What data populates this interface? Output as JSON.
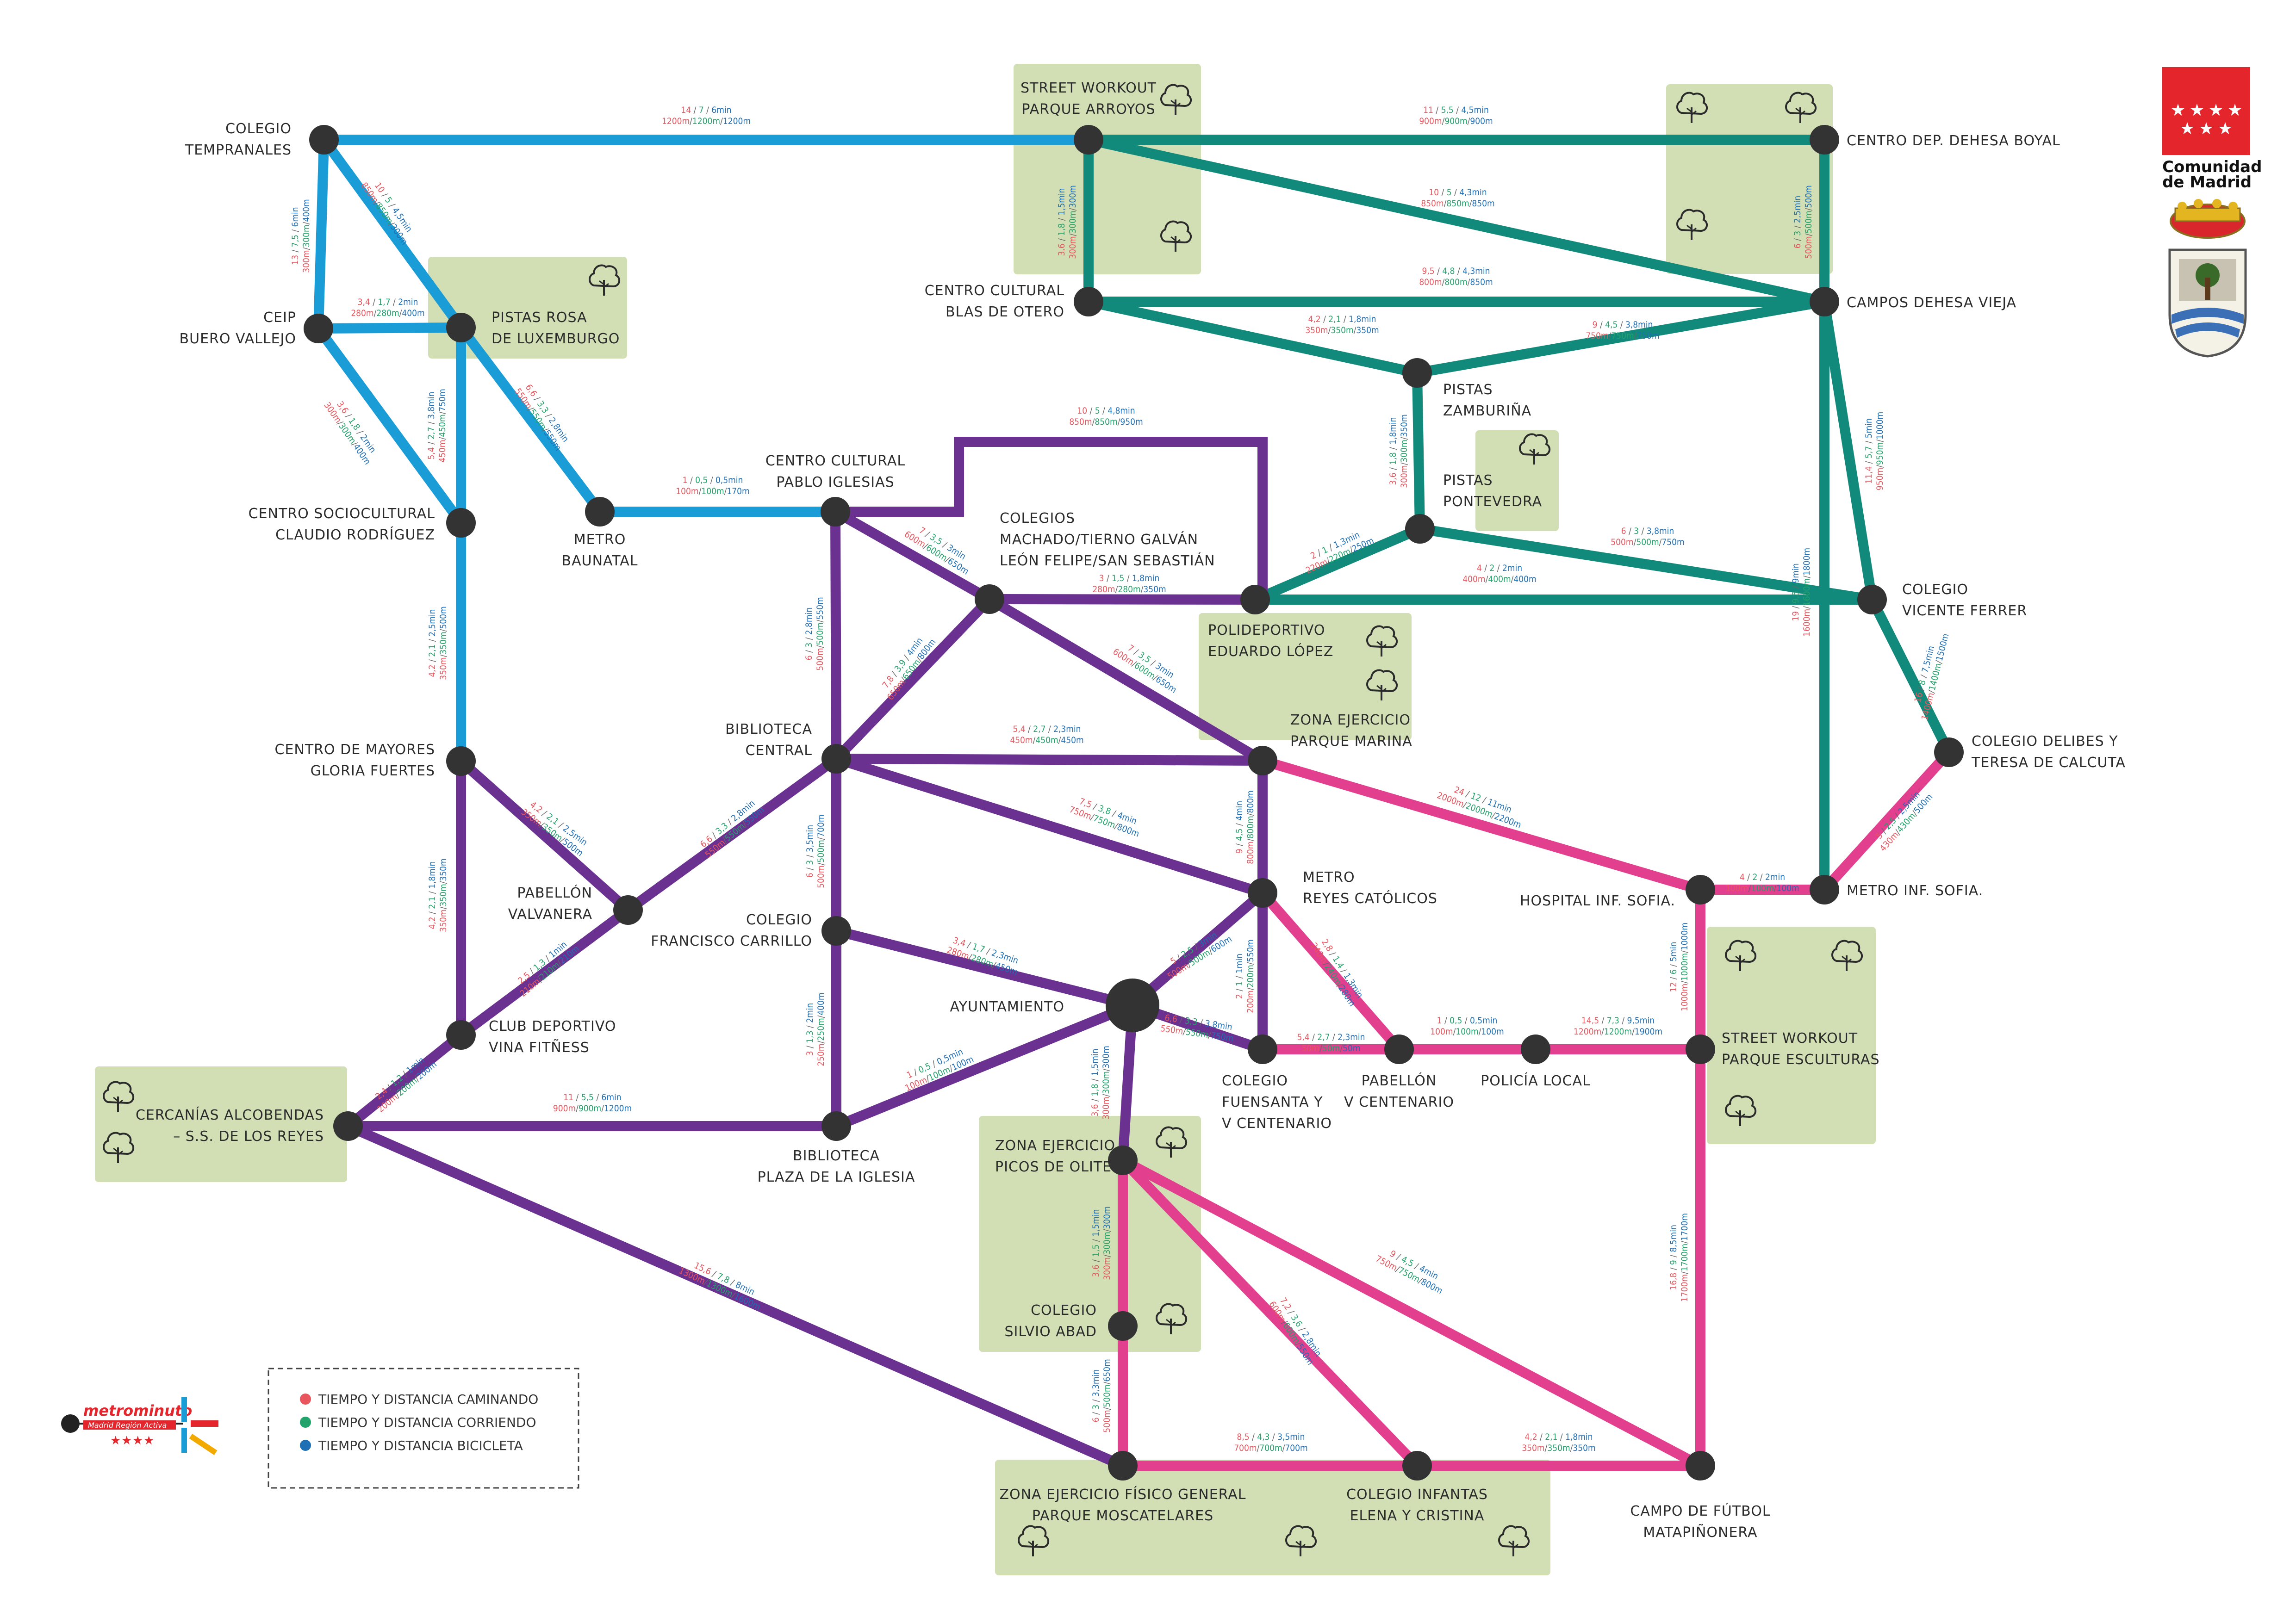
{
  "colors": {
    "blue": "#1a9cd7",
    "teal": "#128a7b",
    "purple": "#6a3190",
    "pink": "#e23f8f",
    "green_area": "#d2dfb4",
    "tree": "#2b2b2b",
    "walk": "#e8555d",
    "run": "#23a36c",
    "bike": "#1f6fb5",
    "madrid_red": "#e4262c"
  },
  "stations": [
    {
      "id": "temp",
      "labels": [
        "COLEGIO",
        "TEMPRANALES"
      ]
    },
    {
      "id": "arroyos",
      "labels": [
        "STREET WORKOUT",
        "PARQUE ARROYOS"
      ]
    },
    {
      "id": "dehesa_boyal",
      "labels": [
        "CENTRO DEP. DEHESA BOYAL"
      ]
    },
    {
      "id": "blas",
      "labels": [
        "CENTRO CULTURAL",
        "BLAS DE OTERO"
      ]
    },
    {
      "id": "dehesa_vieja",
      "labels": [
        "CAMPOS DEHESA VIEJA"
      ]
    },
    {
      "id": "buero",
      "labels": [
        "CEIP",
        "BUERO VALLEJO"
      ]
    },
    {
      "id": "pistas_rosa",
      "labels": [
        "PISTAS ROSA",
        "DE LUXEMBURGO"
      ]
    },
    {
      "id": "zamb",
      "labels": [
        "PISTAS",
        "ZAMBURIÑA"
      ]
    },
    {
      "id": "claudio",
      "labels": [
        "CENTRO SOCIOCULTURAL",
        "CLAUDIO RODRÍGUEZ"
      ]
    },
    {
      "id": "baunatal",
      "labels": [
        "METRO",
        "BAUNATAL"
      ]
    },
    {
      "id": "pablo",
      "labels": [
        "CENTRO CULTURAL",
        "PABLO IGLESIAS"
      ]
    },
    {
      "id": "machado",
      "labels": [
        "COLEGIOS",
        "MACHADO/TIERNO GALVÁN",
        "LEÓN FELIPE/SAN SEBASTIÁN"
      ]
    },
    {
      "id": "pontevedra",
      "labels": [
        "PISTAS",
        "PONTEVEDRA"
      ]
    },
    {
      "id": "edu_lopez",
      "labels": [
        "POLIDEPORTIVO",
        "EDUARDO LÓPEZ"
      ]
    },
    {
      "id": "vferrer",
      "labels": [
        "COLEGIO",
        "VICENTE FERRER"
      ]
    },
    {
      "id": "gloria",
      "labels": [
        "CENTRO DE MAYORES",
        "GLORIA FUERTES"
      ]
    },
    {
      "id": "biblio_central",
      "labels": [
        "BIBLIOTECA",
        "CENTRAL"
      ]
    },
    {
      "id": "marina",
      "labels": [
        "ZONA EJERCICIO",
        "PARQUE MARINA"
      ]
    },
    {
      "id": "delibes",
      "labels": [
        "COLEGIO DELIBES Y",
        "TERESA DE CALCUTA"
      ]
    },
    {
      "id": "valvanera",
      "labels": [
        "PABELLÓN",
        "VALVANERA"
      ]
    },
    {
      "id": "carrillo",
      "labels": [
        "COLEGIO",
        "FRANCISCO CARRILLO"
      ]
    },
    {
      "id": "reyes",
      "labels": [
        "METRO",
        "REYES CATÓLICOS"
      ]
    },
    {
      "id": "hospital",
      "labels": [
        "HOSPITAL INF. SOFIA."
      ]
    },
    {
      "id": "metro_sofia",
      "labels": [
        "METRO INF. SOFIA."
      ]
    },
    {
      "id": "ayto",
      "labels": [
        "AYUNTAMIENTO"
      ]
    },
    {
      "id": "vina",
      "labels": [
        "CLUB DEPORTIVO",
        "VINA FITÑESS"
      ]
    },
    {
      "id": "fuensanta",
      "labels": [
        "COLEGIO",
        "FUENSANTA Y",
        "V CENTENARIO"
      ]
    },
    {
      "id": "pab_vc",
      "labels": [
        "PABELLÓN",
        "V CENTENARIO"
      ]
    },
    {
      "id": "policia",
      "labels": [
        "POLICÍA LOCAL"
      ]
    },
    {
      "id": "esculturas",
      "labels": [
        "STREET WORKOUT",
        "PARQUE ESCULTURAS"
      ]
    },
    {
      "id": "cercanias",
      "labels": [
        "CERCANÍAS ALCOBENDAS",
        "– S.S. DE LOS REYES"
      ]
    },
    {
      "id": "biblio_plaza",
      "labels": [
        "BIBLIOTECA",
        "PLAZA DE LA IGLESIA"
      ]
    },
    {
      "id": "olite",
      "labels": [
        "ZONA EJERCICIO",
        "PICOS DE OLITE"
      ]
    },
    {
      "id": "silvio",
      "labels": [
        "COLEGIO",
        "SILVIO ABAD"
      ]
    },
    {
      "id": "moscatelares",
      "labels": [
        "ZONA EJERCICIO FÍSICO GENERAL",
        "PARQUE MOSCATELARES"
      ]
    },
    {
      "id": "infantas",
      "labels": [
        "COLEGIO INFANTAS",
        "ELENA Y CRISTINA"
      ]
    },
    {
      "id": "matapinonera",
      "labels": [
        "CAMPO DE FÚTBOL",
        "MATAPIÑONERA"
      ]
    }
  ],
  "segments": [
    {
      "id": "temp-arroyos",
      "walk": "14",
      "run": "7",
      "bike": "6min",
      "dist": [
        "1200m",
        "1200m",
        "1200m"
      ]
    },
    {
      "id": "arroyos-dehesa_boyal",
      "walk": "11",
      "run": "5,5",
      "bike": "4,5min",
      "dist": [
        "900m",
        "900m",
        "900m"
      ]
    },
    {
      "id": "arroyos-dehesa_vieja",
      "walk": "10",
      "run": "5",
      "bike": "4,3min",
      "dist": [
        "850m",
        "850m",
        "850m"
      ]
    },
    {
      "id": "arroyos-blas",
      "walk": "3,6",
      "run": "1,8",
      "bike": "1,5min",
      "dist": [
        "300m",
        "300m",
        "300m"
      ]
    },
    {
      "id": "dehesa_boyal-dehesa_vieja",
      "walk": "6",
      "run": "3",
      "bike": "2,5min",
      "dist": [
        "500m",
        "500m",
        "500m"
      ]
    },
    {
      "id": "blas-dehesa_vieja",
      "walk": "9,5",
      "run": "4,8",
      "bike": "4,3min",
      "dist": [
        "800m",
        "800m",
        "850m"
      ]
    },
    {
      "id": "blas-zamb",
      "walk": "4,2",
      "run": "2,1",
      "bike": "1,8min",
      "dist": [
        "350m",
        "350m",
        "350m"
      ]
    },
    {
      "id": "zamb-dehesa_vieja",
      "walk": "9",
      "run": "4,5",
      "bike": "3,8min",
      "dist": [
        "750m",
        "750m",
        "750m"
      ]
    },
    {
      "id": "temp-buero",
      "walk": "13",
      "run": "7,5",
      "bike": "6min",
      "dist": [
        "300m",
        "300m",
        "400m"
      ]
    },
    {
      "id": "temp-pistas_rosa",
      "walk": "10",
      "run": "5",
      "bike": "4,5min",
      "dist": [
        "850m",
        "850m",
        "300m"
      ]
    },
    {
      "id": "buero-pistas_rosa",
      "walk": "3,4",
      "run": "1,7",
      "bike": "2min",
      "dist": [
        "280m",
        "280m",
        "400m"
      ]
    },
    {
      "id": "buero-claudio",
      "walk": "3,6",
      "run": "1,8",
      "bike": "2min",
      "dist": [
        "300m",
        "300m",
        "400m"
      ]
    },
    {
      "id": "pistas_rosa-claudio",
      "walk": "5,4",
      "run": "2,7",
      "bike": "3,8min",
      "dist": [
        "450m",
        "450m",
        "750m"
      ]
    },
    {
      "id": "pistas_rosa-baunatal",
      "walk": "6,6",
      "run": "3,3",
      "bike": "2,8min",
      "dist": [
        "550m",
        "550m",
        "550m"
      ]
    },
    {
      "id": "baunatal-pablo",
      "walk": "1",
      "run": "0,5",
      "bike": "0,5min",
      "dist": [
        "100m",
        "100m",
        "170m"
      ]
    },
    {
      "id": "pablo-edu_lopez",
      "walk": "10",
      "run": "5",
      "bike": "4,8min",
      "dist": [
        "850m",
        "850m",
        "950m"
      ]
    },
    {
      "id": "pablo-machado",
      "walk": "7",
      "run": "3,5",
      "bike": "3min",
      "dist": [
        "600m",
        "600m",
        "650m"
      ]
    },
    {
      "id": "pablo-biblio_central",
      "walk": "6",
      "run": "3",
      "bike": "2,8min",
      "dist": [
        "500m",
        "500m",
        "550m"
      ]
    },
    {
      "id": "machado-edu_lopez",
      "walk": "3",
      "run": "1,5",
      "bike": "1,8min",
      "dist": [
        "280m",
        "280m",
        "350m"
      ]
    },
    {
      "id": "machado-biblio_central",
      "walk": "7,8",
      "run": "3,9",
      "bike": "4min",
      "dist": [
        "650m",
        "650m",
        "800m"
      ]
    },
    {
      "id": "machado-marina",
      "walk": "7",
      "run": "3,5",
      "bike": "3min",
      "dist": [
        "600m",
        "600m",
        "650m"
      ]
    },
    {
      "id": "edu_lopez-pontevedra",
      "walk": "2",
      "run": "1",
      "bike": "1,3min",
      "dist": [
        "220m",
        "220m",
        "250m"
      ]
    },
    {
      "id": "zamb-pontevedra",
      "walk": "3,6",
      "run": "1,8",
      "bike": "1,8min",
      "dist": [
        "300m",
        "300m",
        "350m"
      ]
    },
    {
      "id": "pontevedra-vferrer",
      "walk": "6",
      "run": "3",
      "bike": "3,8min",
      "dist": [
        "500m",
        "500m",
        "750m"
      ]
    },
    {
      "id": "edu_lopez-vferrer",
      "walk": "4",
      "run": "2",
      "bike": "2min",
      "dist": [
        "400m",
        "400m",
        "400m"
      ]
    },
    {
      "id": "dehesa_vieja-metro_sofia",
      "walk": "19",
      "run": "9,5",
      "bike": "9min",
      "dist": [
        "1600m",
        "1600m",
        "1800m"
      ]
    },
    {
      "id": "dehesa_vieja-vferrer",
      "walk": "11,4",
      "run": "5,7",
      "bike": "5min",
      "dist": [
        "950m",
        "950m",
        "1000m"
      ]
    },
    {
      "id": "vferrer-delibes",
      "walk": "16",
      "run": "8",
      "bike": "7,5min",
      "dist": [
        "1400m",
        "1400m",
        "1500m"
      ]
    },
    {
      "id": "delibes-metro_sofia",
      "walk": "5",
      "run": "2,5",
      "bike": "2,5min",
      "dist": [
        "430m",
        "430m",
        "500m"
      ]
    },
    {
      "id": "claudio-gloria",
      "walk": "4,2",
      "run": "2,1",
      "bike": "2,5min",
      "dist": [
        "350m",
        "350m",
        "500m"
      ]
    },
    {
      "id": "biblio_central-marina",
      "walk": "5,4",
      "run": "2,7",
      "bike": "2,3min",
      "dist": [
        "450m",
        "450m",
        "450m"
      ]
    },
    {
      "id": "biblio_central-reyes",
      "walk": "7,5",
      "run": "3,8",
      "bike": "4min",
      "dist": [
        "750m",
        "750m",
        "800m"
      ]
    },
    {
      "id": "biblio_central-valvanera",
      "walk": "6,6",
      "run": "3,3",
      "bike": "2,8min",
      "dist": [
        "550m",
        "550m",
        "550m"
      ]
    },
    {
      "id": "biblio_central-carrillo",
      "walk": "6",
      "run": "3",
      "bike": "3,5min",
      "dist": [
        "500m",
        "500m",
        "700m"
      ]
    },
    {
      "id": "gloria-valvanera",
      "walk": "4,2",
      "run": "2,1",
      "bike": "2,5min",
      "dist": [
        "350m",
        "350m",
        "500m"
      ]
    },
    {
      "id": "gloria-vina",
      "walk": "4,2",
      "run": "2,1",
      "bike": "1,8min",
      "dist": [
        "350m",
        "350m",
        "350m"
      ]
    },
    {
      "id": "valvanera-vina",
      "walk": "2,5",
      "run": "1,3",
      "bike": "1min",
      "dist": [
        "210m",
        "210m",
        "210m"
      ]
    },
    {
      "id": "marina-reyes",
      "walk": "9",
      "run": "4,5",
      "bike": "4min",
      "dist": [
        "800m",
        "800m",
        "800m"
      ]
    },
    {
      "id": "marina-hospital",
      "walk": "24",
      "run": "12",
      "bike": "11min",
      "dist": [
        "2000m",
        "2000m",
        "2200m"
      ]
    },
    {
      "id": "hospital-metro_sofia",
      "walk": "4",
      "run": "2",
      "bike": "2min",
      "dist": [
        "100m",
        "100m",
        "100m"
      ]
    },
    {
      "id": "carrillo-ayto",
      "walk": "3,4",
      "run": "1,7",
      "bike": "2,3min",
      "dist": [
        "280m",
        "280m",
        "450m"
      ]
    },
    {
      "id": "carrillo-biblio_plaza",
      "walk": "3",
      "run": "1,3",
      "bike": "2min",
      "dist": [
        "250m",
        "250m",
        "400m"
      ]
    },
    {
      "id": "reyes-ayto",
      "walk": "5",
      "run": "2,5",
      "bike": "3min",
      "dist": [
        "500m",
        "500m",
        "600m"
      ]
    },
    {
      "id": "reyes-fuensanta",
      "walk": "2",
      "run": "1",
      "bike": "1min",
      "dist": [
        "200m",
        "200m",
        "550m"
      ]
    },
    {
      "id": "reyes-pab_vc",
      "walk": "2,8",
      "run": "1,4",
      "bike": "1,3min",
      "dist": [
        "240m",
        "240m",
        "280m"
      ]
    },
    {
      "id": "ayto-fuensanta",
      "walk": "6,6",
      "run": "3,3",
      "bike": "3,8min",
      "dist": [
        "550m",
        "550m",
        "750m"
      ]
    },
    {
      "id": "fuensanta-pab_vc",
      "walk": "5,4",
      "run": "2,7",
      "bike": "2,3min",
      "dist": [
        "50m",
        "50m",
        "50m"
      ]
    },
    {
      "id": "pab_vc-policia",
      "walk": "1",
      "run": "0,5",
      "bike": "0,5min",
      "dist": [
        "100m",
        "100m",
        "100m"
      ]
    },
    {
      "id": "policia-esculturas",
      "walk": "14,5",
      "run": "7,3",
      "bike": "9,5min",
      "dist": [
        "1200m",
        "1200m",
        "1900m"
      ]
    },
    {
      "id": "hospital-esculturas",
      "walk": "12",
      "run": "6",
      "bike": "5min",
      "dist": [
        "1000m",
        "1000m",
        "1000m"
      ]
    },
    {
      "id": "vina-cercanias",
      "walk": "2,4",
      "run": "1,2",
      "bike": "1min",
      "dist": [
        "200m",
        "200m",
        "200m"
      ]
    },
    {
      "id": "cercanias-biblio_plaza",
      "walk": "11",
      "run": "5,5",
      "bike": "6min",
      "dist": [
        "900m",
        "900m",
        "1200m"
      ]
    },
    {
      "id": "biblio_plaza-ayto",
      "walk": "1",
      "run": "0,5",
      "bike": "0,5min",
      "dist": [
        "100m",
        "100m",
        "100m"
      ]
    },
    {
      "id": "ayto-olite",
      "walk": "3,6",
      "run": "1,8",
      "bike": "1,5min",
      "dist": [
        "300m",
        "300m",
        "300m"
      ]
    },
    {
      "id": "cercanias-moscatelares",
      "walk": "15,6",
      "run": "7,8",
      "bike": "8min",
      "dist": [
        "1300m",
        "1300m",
        "1600m"
      ]
    },
    {
      "id": "olite-silvio",
      "walk": "3,6",
      "run": "1,5",
      "bike": "1,5min",
      "dist": [
        "300m",
        "300m",
        "300m"
      ]
    },
    {
      "id": "silvio-moscatelares",
      "walk": "6",
      "run": "3",
      "bike": "3,3min",
      "dist": [
        "500m",
        "500m",
        "650m"
      ]
    },
    {
      "id": "olite-infantas",
      "walk": "7,2",
      "run": "3,6",
      "bike": "2,8min",
      "dist": [
        "600m",
        "600m",
        "550m"
      ]
    },
    {
      "id": "olite-matapinonera",
      "walk": "9",
      "run": "4,5",
      "bike": "4min",
      "dist": [
        "750m",
        "750m",
        "800m"
      ]
    },
    {
      "id": "moscatelares-infantas",
      "walk": "8,5",
      "run": "4,3",
      "bike": "3,5min",
      "dist": [
        "700m",
        "700m",
        "700m"
      ]
    },
    {
      "id": "infantas-matapinonera",
      "walk": "4,2",
      "run": "2,1",
      "bike": "1,8min",
      "dist": [
        "350m",
        "350m",
        "350m"
      ]
    },
    {
      "id": "esculturas-matapinonera",
      "walk": "16,8",
      "run": "9",
      "bike": "8,5min",
      "dist": [
        "1700m",
        "1700m",
        "1700m"
      ]
    }
  ],
  "legend": {
    "walk": "TIEMPO Y DISTANCIA CAMINANDO",
    "run": "TIEMPO Y DISTANCIA CORRIENDO",
    "bike": "TIEMPO Y DISTANCIA BICICLETA"
  },
  "brand": {
    "metrominuto": "metrominuto",
    "metrominuto_sub": "Madrid Región Activa",
    "comunidad_line1": "Comunidad",
    "comunidad_line2": "de Madrid"
  }
}
